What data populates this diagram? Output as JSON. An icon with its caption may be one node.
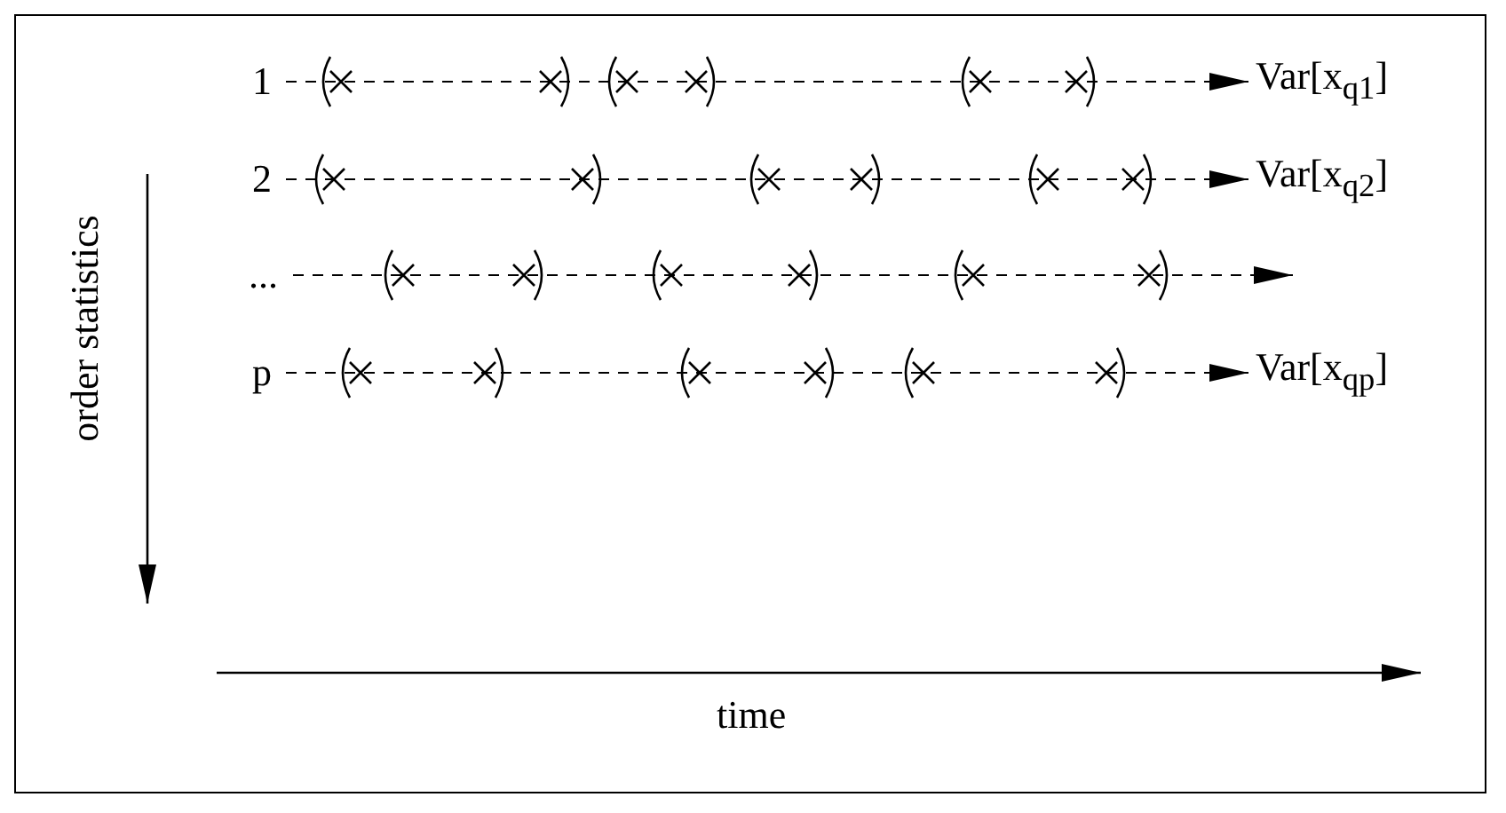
{
  "diagram": {
    "nodes": [
      {
        "text": [
          "1"
        ]
      },
      {
        "text": [
          "Var[x$_{q1}$]"
        ]
      },
      {
        "text": [
          "2"
        ]
      },
      {
        "text": [
          "Var[x$_{q2}$]"
        ]
      },
      {
        "text": [
          "..."
        ]
      },
      {
        "text": [
          "p"
        ]
      },
      {
        "text": [
          "Var[x$_{qp}$]"
        ]
      }
    ],
    "edges": [
      {
        "from": 0,
        "to": 1,
        "arrow": "to",
        "style": "dashed"
      },
      {
        "from": 2,
        "to": 3,
        "arrow": "to",
        "style": "dashed"
      },
      {
        "from": 4,
        "to": null,
        "arrow": "to",
        "style": "dashed"
      },
      {
        "from": 5,
        "to": 6,
        "arrow": "to",
        "style": "dashed"
      }
    ],
    "labels": [
      "order statistics",
      "time"
    ]
  }
}
